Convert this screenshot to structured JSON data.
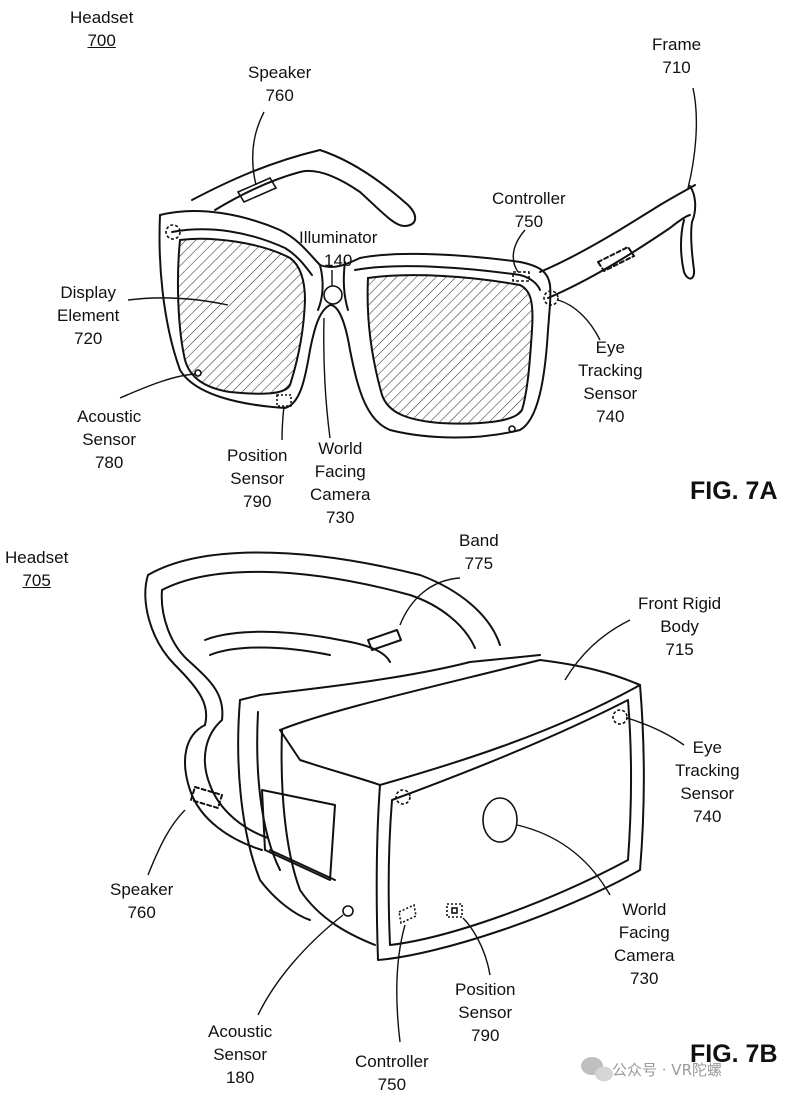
{
  "fig_a": {
    "caption": "FIG. 7A",
    "headset": {
      "name": "Headset",
      "ref": "700"
    },
    "speaker": {
      "name": "Speaker",
      "ref": "760"
    },
    "frame": {
      "name": "Frame",
      "ref": "710"
    },
    "controller": {
      "name": "Controller",
      "ref": "750"
    },
    "illuminator": {
      "name": "Illuminator",
      "ref": "140"
    },
    "display": {
      "line1": "Display",
      "line2": "Element",
      "ref": "720"
    },
    "eye_tracking": {
      "line1": "Eye",
      "line2": "Tracking",
      "line3": "Sensor",
      "ref": "740"
    },
    "acoustic": {
      "line1": "Acoustic",
      "line2": "Sensor",
      "ref": "780"
    },
    "position": {
      "line1": "Position",
      "line2": "Sensor",
      "ref": "790"
    },
    "camera": {
      "line1": "World",
      "line2": "Facing",
      "line3": "Camera",
      "ref": "730"
    }
  },
  "fig_b": {
    "caption": "FIG. 7B",
    "headset": {
      "name": "Headset",
      "ref": "705"
    },
    "band": {
      "name": "Band",
      "ref": "775"
    },
    "front_body": {
      "line1": "Front Rigid",
      "line2": "Body",
      "ref": "715"
    },
    "eye_tracking": {
      "line1": "Eye",
      "line2": "Tracking",
      "line3": "Sensor",
      "ref": "740"
    },
    "speaker": {
      "name": "Speaker",
      "ref": "760"
    },
    "camera": {
      "line1": "World",
      "line2": "Facing",
      "line3": "Camera",
      "ref": "730"
    },
    "position": {
      "line1": "Position",
      "line2": "Sensor",
      "ref": "790"
    },
    "acoustic": {
      "line1": "Acoustic",
      "line2": "Sensor",
      "ref": "180"
    },
    "controller": {
      "name": "Controller",
      "ref": "750"
    }
  },
  "watermark": {
    "text": "公众号 · VR陀螺"
  }
}
